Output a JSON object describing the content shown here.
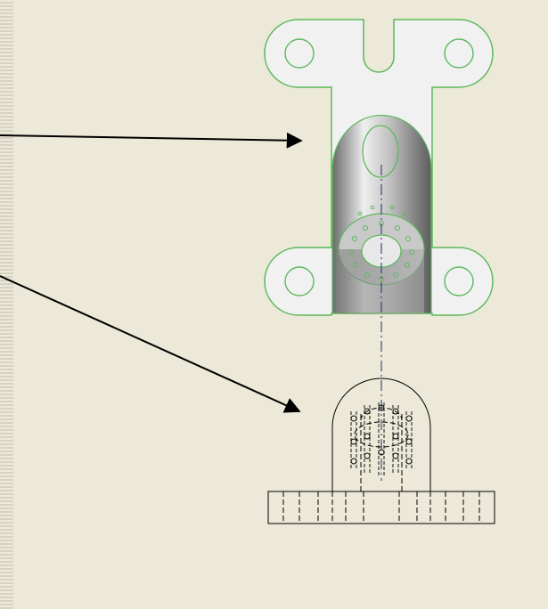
{
  "background_color": "#ECE9D8",
  "colors": {
    "outline": "#5BB85B",
    "line": "#000000",
    "centerline": "#1F2A6B",
    "face": "#F1F1F1"
  },
  "shapes": {
    "top_view": "bracket-plan-view",
    "front_view": "bracket-elevation-view"
  },
  "callouts": [
    {
      "name": "callout-arrow-top",
      "target": "bracket-top-view"
    },
    {
      "name": "callout-arrow-front",
      "target": "bracket-front-view"
    }
  ]
}
